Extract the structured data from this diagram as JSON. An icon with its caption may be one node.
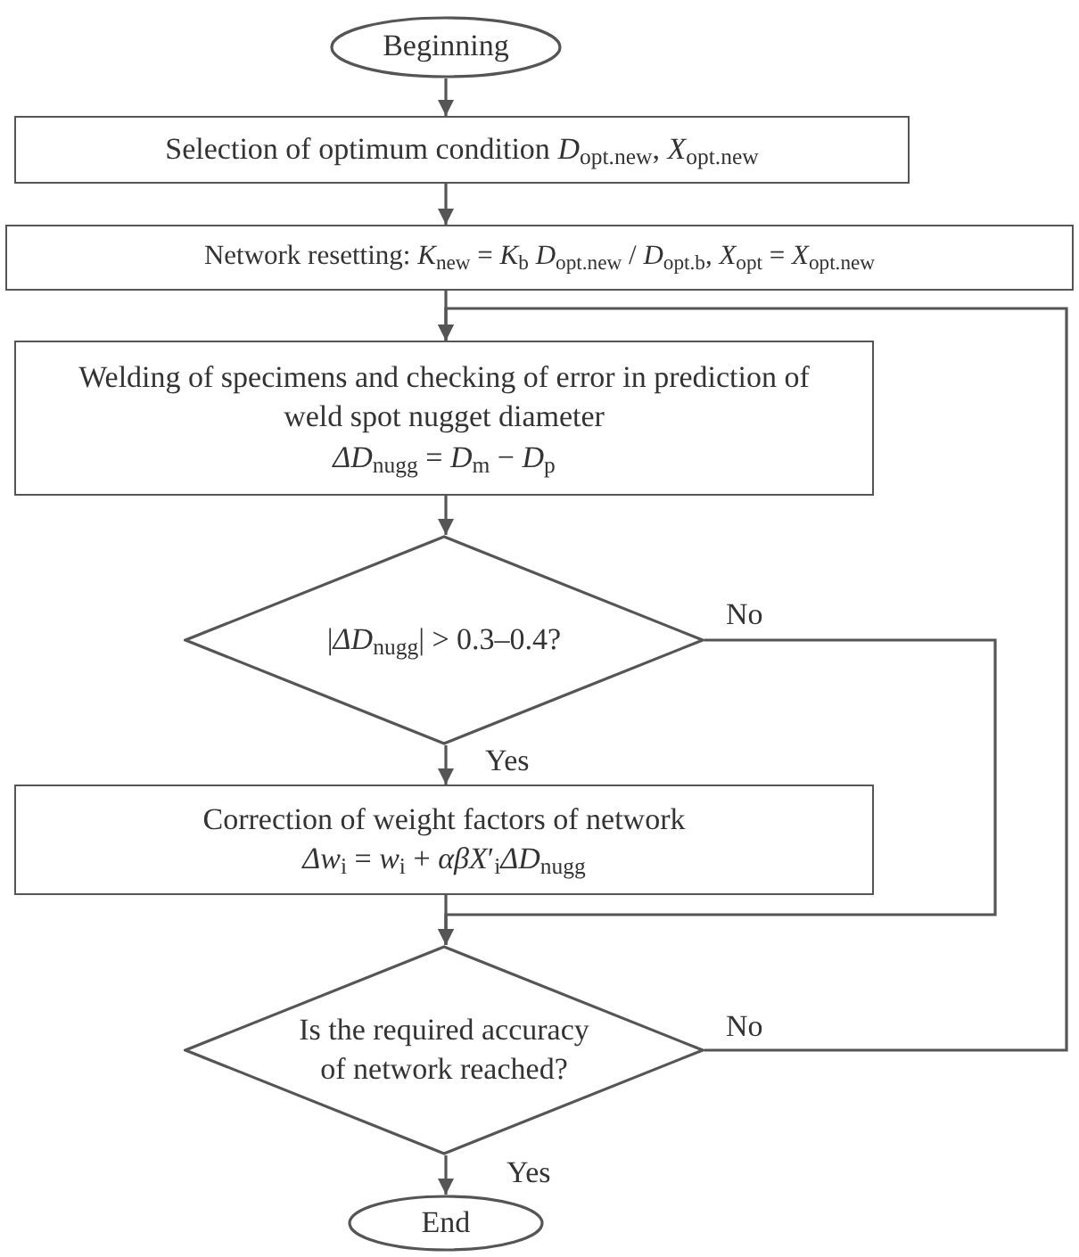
{
  "diagram": {
    "nodes": [
      {
        "text": [
          "Beginning"
        ]
      },
      {
        "text": [
          "Selection of optimum condition *D*$_{opt.new}$, *X*$_{opt.new}$"
        ]
      },
      {
        "text": [
          "Network resetting: *K*$_{new}$ = *K*$_{b}$ *D*$_{opt.new}$ / *D*$_{opt.b}$, *X*$_{opt}$ = *X*$_{opt.new}$"
        ]
      },
      {
        "text": [
          "Welding of specimens and checking of error in prediction of weld spot nugget diameter",
          "*ΔD*$_{nugg}$ = *D*$_{m}$ − *D*$_{p}$"
        ]
      },
      {
        "text": [
          "|*ΔD*$_{nugg}$| > 0.3–0.4?"
        ]
      },
      {
        "text": [
          "Correction of weight factors of network",
          "*Δw*$_{i}$ = *w*$_{i}$ + *αβX*′$_{i}$*ΔD*$_{nugg}$"
        ]
      },
      {
        "text": [
          "Is the required accuracy of network reached?"
        ]
      },
      {
        "text": [
          "End"
        ]
      }
    ],
    "edges": [
      {
        "from": 0,
        "to": 1,
        "arrow": "to"
      },
      {
        "from": 1,
        "to": 2,
        "arrow": "to"
      },
      {
        "from": 2,
        "to": 3,
        "arrow": "to"
      },
      {
        "from": 3,
        "to": 4,
        "arrow": "to"
      },
      {
        "from": 4,
        "to": 5,
        "arrow": "to",
        "label": "Yes"
      },
      {
        "from": 4,
        "to": 6,
        "arrow": "to",
        "label": "No"
      },
      {
        "from": 5,
        "to": 6,
        "arrow": "to"
      },
      {
        "from": 6,
        "to": 3,
        "arrow": "to",
        "label": "No"
      },
      {
        "from": 6,
        "to": 7,
        "arrow": "to",
        "label": "Yes"
      }
    ]
  }
}
